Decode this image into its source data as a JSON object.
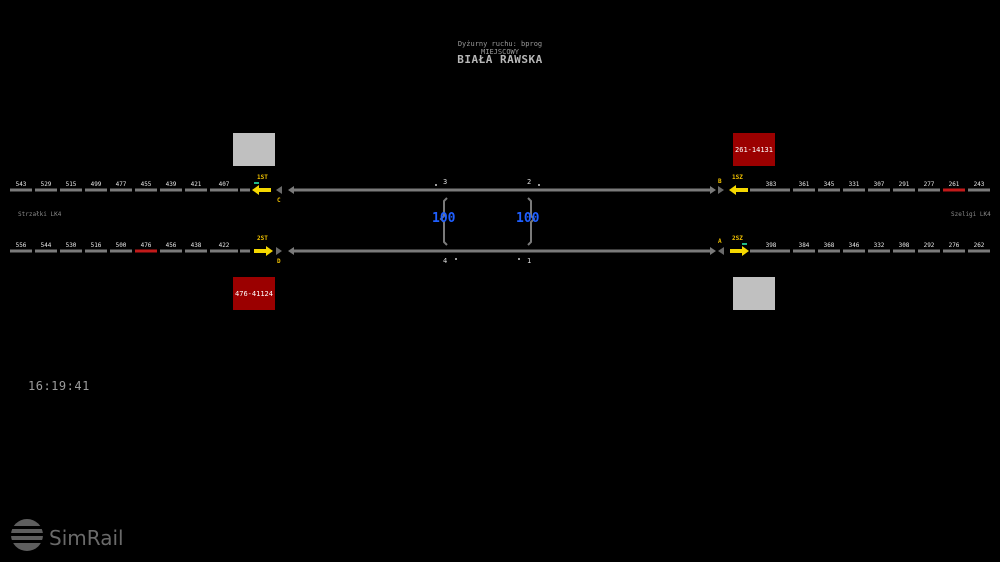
{
  "header": {
    "operator": "Dyżurny ruchu: bprog",
    "mode": "MIEJSCOWY",
    "station": "BIAŁA RAWSKA"
  },
  "clock": "16:19:41",
  "brand": "SimRail",
  "neighbors": {
    "left": "Strzałki LK4",
    "right": "Szeligi LK4"
  },
  "upper_line": {
    "left_blocks": [
      "543",
      "529",
      "515",
      "499",
      "477",
      "455",
      "439",
      "421",
      "407"
    ],
    "right_blocks": [
      "383",
      "361",
      "345",
      "331",
      "307",
      "291",
      "277",
      "261",
      "243"
    ],
    "occupied": [
      "261"
    ]
  },
  "lower_line": {
    "left_blocks": [
      "556",
      "544",
      "530",
      "516",
      "500",
      "476",
      "456",
      "438",
      "422"
    ],
    "right_blocks": [
      "398",
      "384",
      "368",
      "346",
      "332",
      "308",
      "292",
      "276",
      "262"
    ],
    "occupied": [
      "476"
    ]
  },
  "signals": {
    "s1ST": "1ST",
    "s2ST": "2ST",
    "s1SZ": "1SZ",
    "s2SZ": "2SZ",
    "A": "A",
    "B": "B",
    "C": "C",
    "D": "D"
  },
  "station_tracks": {
    "t1": "1",
    "t2": "2",
    "t3": "3",
    "t4": "4"
  },
  "speed_limits": {
    "left": "100",
    "right": "100"
  },
  "trains": {
    "upper_right": "261-14131",
    "lower_left": "476-41124"
  },
  "colors": {
    "track": "#7a7a7a",
    "occupied": "#c21a1a",
    "train_box": "#9b0000",
    "empty_box": "#c0c0c0",
    "signal_yellow": "#f5d800",
    "speed_blue": "#1f5fff"
  }
}
